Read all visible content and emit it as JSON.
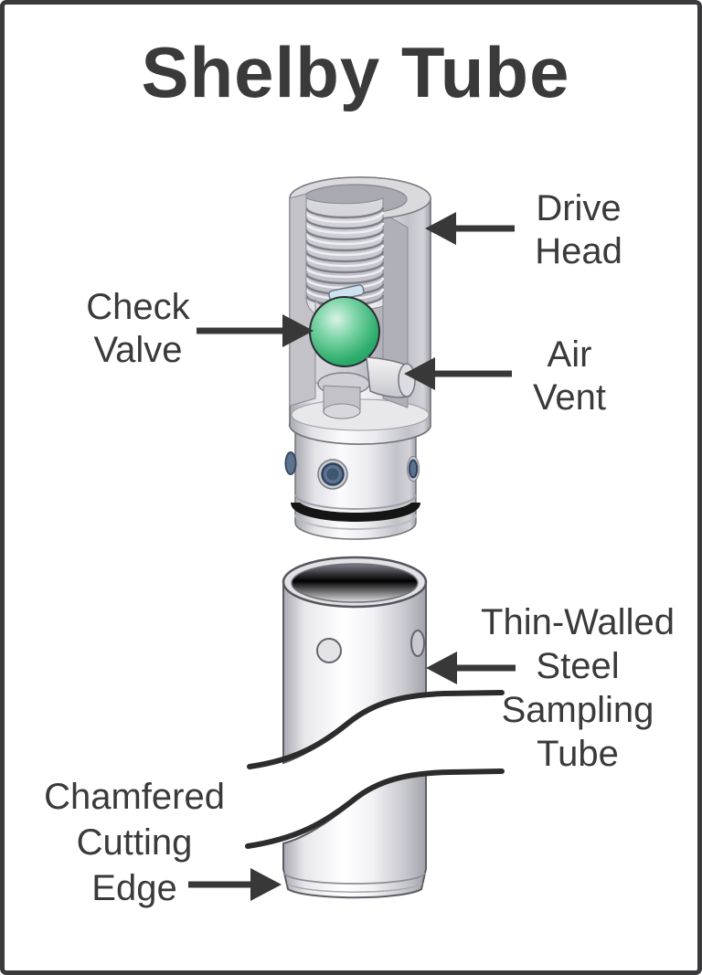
{
  "title": "Shelby Tube",
  "labels": {
    "drive_head": {
      "lines": [
        "Drive",
        "Head"
      ]
    },
    "check_valve": {
      "lines": [
        "Check",
        "Valve"
      ]
    },
    "air_vent": {
      "lines": [
        "Air",
        "Vent"
      ]
    },
    "sampling_tube": {
      "lines": [
        "Thin-Walled",
        "Steel",
        "Sampling",
        "Tube"
      ]
    },
    "cutting_edge": {
      "lines": [
        "Chamfered",
        "Cutting",
        "Edge"
      ]
    }
  },
  "colors": {
    "frame_border": "#3a3a3c",
    "background": "#ffffff",
    "label_text": "#3a3a3a",
    "arrow": "#383838",
    "check_valve_green": "#2fae6e",
    "o_ring_black": "#151515",
    "screw_blue": "#5c7390",
    "pin_blue": "#cfe2ee",
    "metal_light": "#fbfbfd",
    "metal_dark": "#9fa0a8",
    "break_line": "#2c2c2c"
  }
}
